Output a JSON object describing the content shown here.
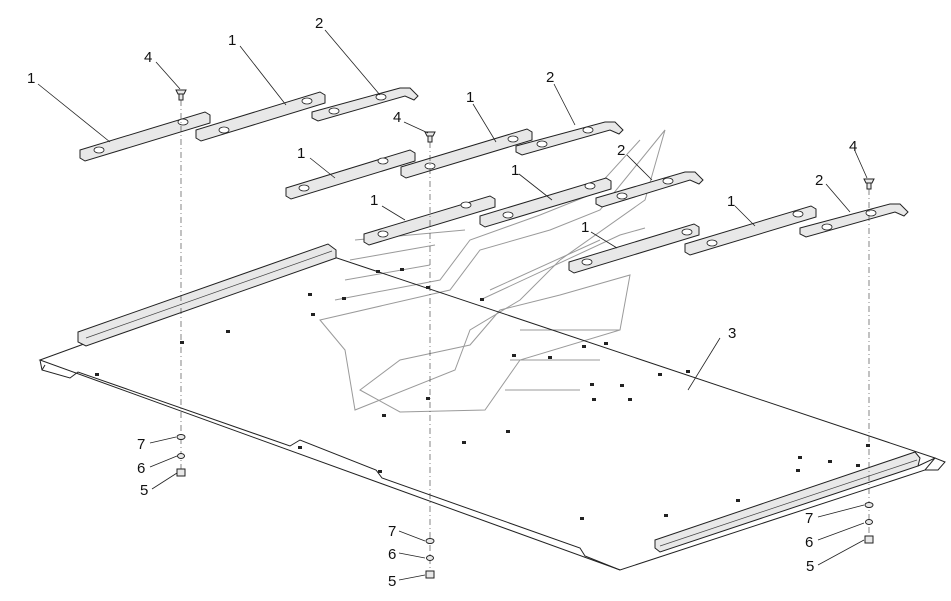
{
  "labels": {
    "strip": "1",
    "end_strip": "2",
    "floor_panel": "3",
    "bolt": "4",
    "nut": "5",
    "spring_washer": "6",
    "flat_washer": "7"
  }
}
